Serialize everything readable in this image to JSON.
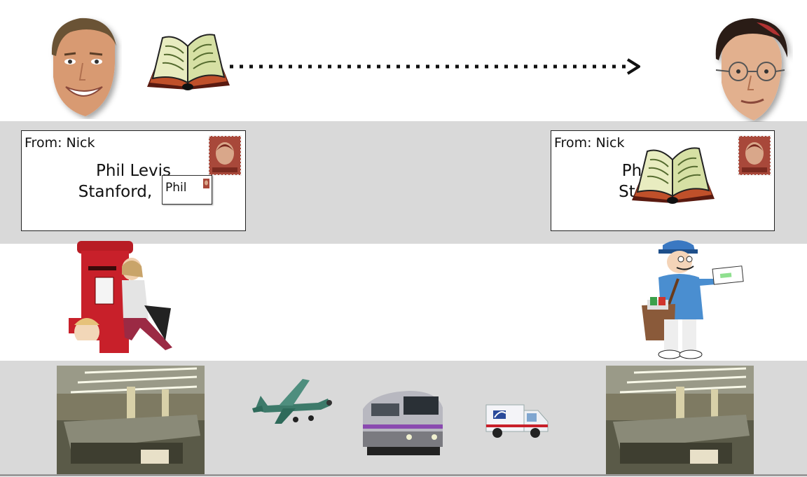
{
  "sender": {
    "name": "Nick",
    "photo_icon": "sender-face-icon"
  },
  "receiver": {
    "name": "Phil",
    "photo_icon": "receiver-face-icon"
  },
  "book_icon": "book-icon",
  "arrow_icon": "dotted-arrow-icon",
  "envelope_left": {
    "from_label": "From: Nick",
    "address_line1": "Phil Levis",
    "address_line2": "Stanford, ",
    "stamp_icon": "stamp-icon"
  },
  "mini_envelope": {
    "label": "Phil",
    "stamp_icon": "stamp-icon"
  },
  "envelope_right": {
    "from_label": "From: Nick",
    "address_line1": "Ph",
    "address_line2": "Sta",
    "stamp_icon": "stamp-icon",
    "overlay_icon": "book-icon"
  },
  "mailbox_icon": "post-box-icon",
  "mail_carrier_icon": "mail-carrier-icon",
  "sorting_facility_icon": "sorting-facility-icon",
  "transport_icons": [
    "airplane-icon",
    "train-icon",
    "mail-truck-icon"
  ],
  "colors": {
    "band_gray": "#d9d9d9",
    "postbox_red": "#c8202a",
    "carrier_blue": "#4a8ed0",
    "stamp_red": "#a8483a"
  }
}
